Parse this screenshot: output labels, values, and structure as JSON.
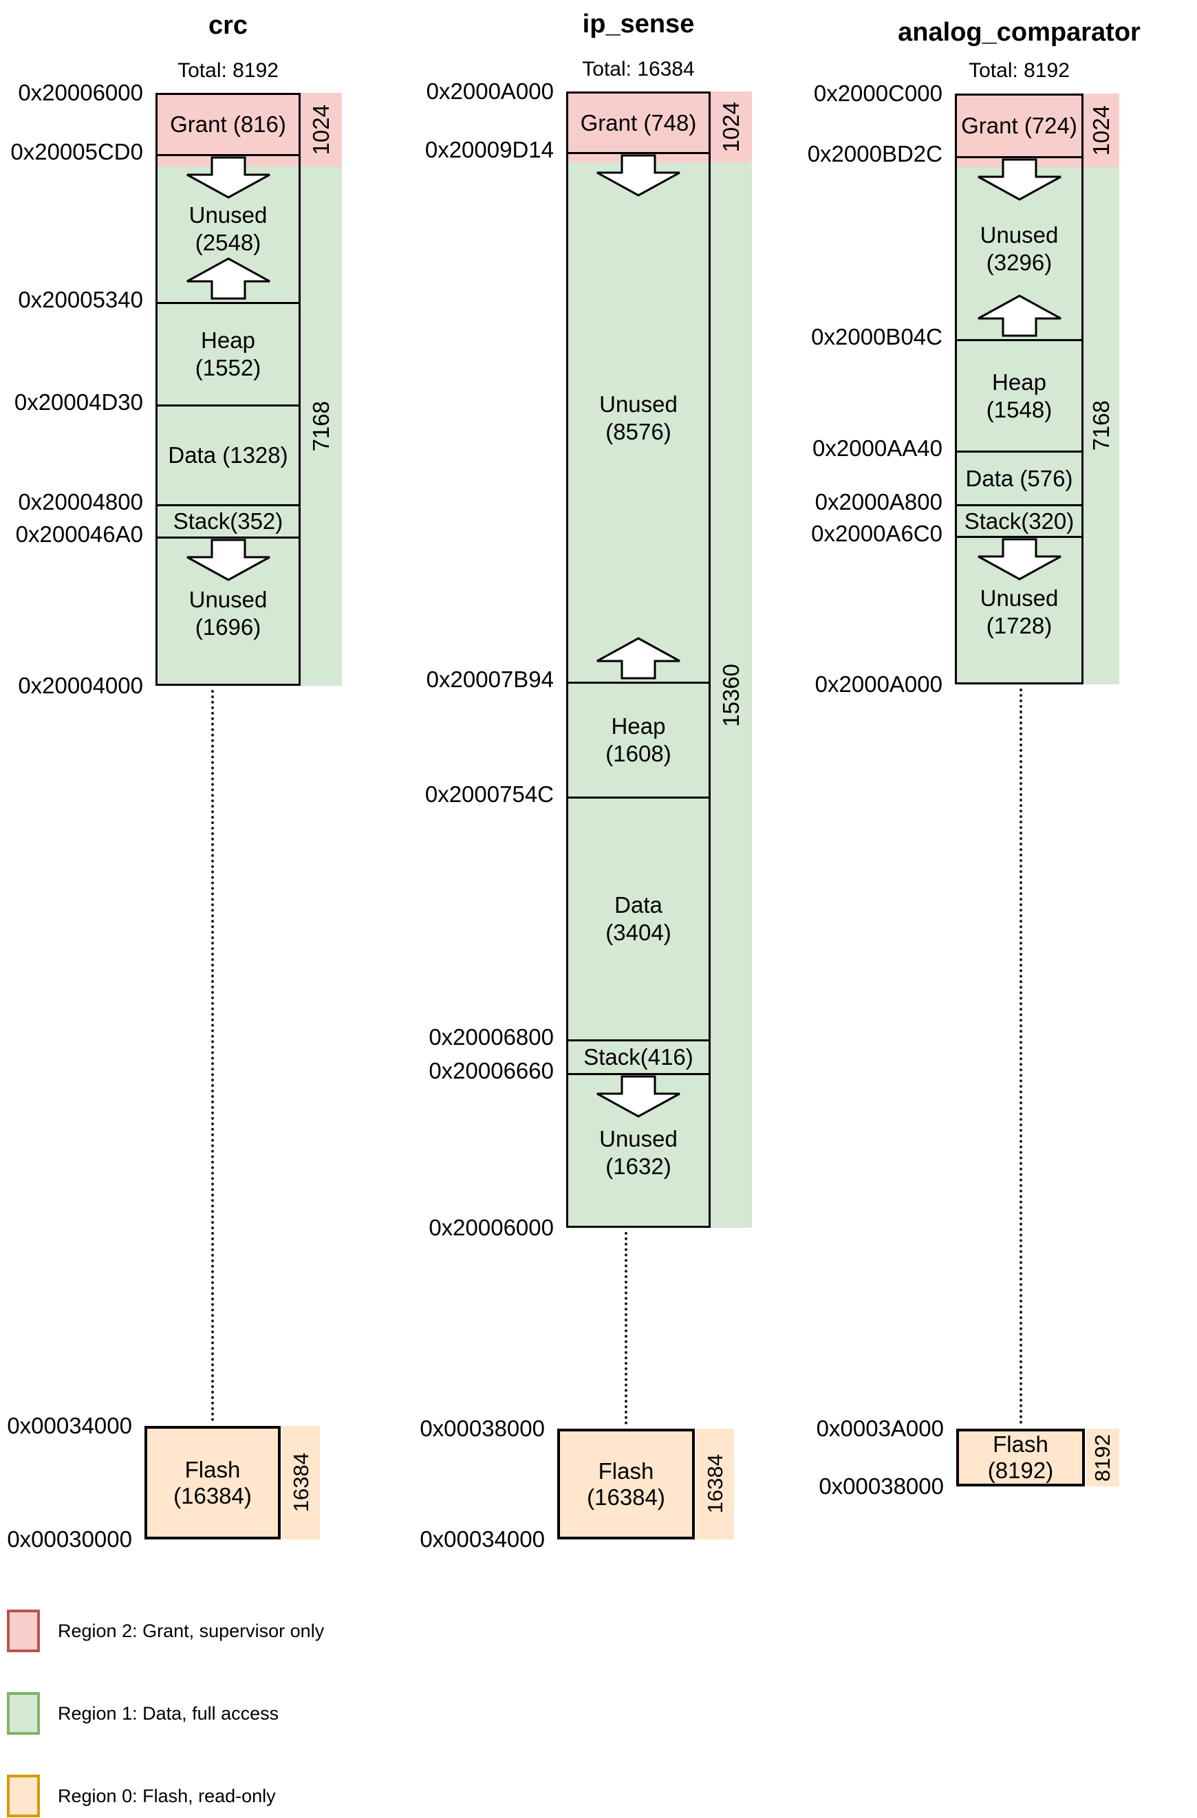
{
  "diagram": {
    "columns": [
      {
        "title": "crc",
        "total_label": "Total: 8192",
        "ram": {
          "top_address": "0x20006000",
          "segments": [
            {
              "name": "grant",
              "lines": [
                "Grant (816)"
              ],
              "size": 816,
              "bottom_address": "0x20005CD0"
            },
            {
              "name": "unused-upper",
              "lines": [
                "Unused",
                "(2548)"
              ],
              "size": 2548,
              "bottom_address": "0x20005340",
              "arrow_top": "down",
              "arrow_bottom": "up"
            },
            {
              "name": "heap",
              "lines": [
                "Heap",
                "(1552)"
              ],
              "size": 1552,
              "bottom_address": "0x20004D30"
            },
            {
              "name": "data",
              "lines": [
                "Data (1328)"
              ],
              "size": 1328,
              "bottom_address": "0x20004800"
            },
            {
              "name": "stack",
              "lines": [
                "Stack(352)"
              ],
              "size": 352,
              "bottom_address": "0x200046A0"
            },
            {
              "name": "unused-lower",
              "lines": [
                "Unused",
                "(1696)"
              ],
              "size": 1696,
              "bottom_address": "0x20004000",
              "arrow_top": "down"
            }
          ],
          "side_label_grant": "1024",
          "side_label_data": "7168"
        },
        "flash": {
          "top_address": "0x00034000",
          "bottom_address": "0x00030000",
          "lines": [
            "Flash",
            "(16384)"
          ],
          "size": 16384,
          "side_label": "16384"
        }
      },
      {
        "title": "ip_sense",
        "total_label": "Total: 16384",
        "ram": {
          "top_address": "0x2000A000",
          "segments": [
            {
              "name": "grant",
              "lines": [
                "Grant (748)"
              ],
              "size": 748,
              "bottom_address": "0x20009D14"
            },
            {
              "name": "unused-upper",
              "lines": [
                "Unused",
                "(8576)"
              ],
              "size": 8576,
              "bottom_address": "0x20007B94",
              "arrow_top": "down",
              "arrow_bottom": "up"
            },
            {
              "name": "heap",
              "lines": [
                "Heap",
                "(1608)"
              ],
              "size": 1608,
              "bottom_address": "0x2000754C"
            },
            {
              "name": "data",
              "lines": [
                "Data",
                "(3404)"
              ],
              "size": 3404,
              "bottom_address": "0x20006800"
            },
            {
              "name": "stack",
              "lines": [
                "Stack(416)"
              ],
              "size": 416,
              "bottom_address": "0x20006660"
            },
            {
              "name": "unused-lower",
              "lines": [
                "Unused",
                "(1632)"
              ],
              "size": 1632,
              "bottom_address": "0x20006000",
              "arrow_top": "down"
            }
          ],
          "side_label_grant": "1024",
          "side_label_data": "15360"
        },
        "flash": {
          "top_address": "0x00038000",
          "bottom_address": "0x00034000",
          "lines": [
            "Flash",
            "(16384)"
          ],
          "size": 16384,
          "side_label": "16384"
        }
      },
      {
        "title": "analog_comparator",
        "total_label": "Total: 8192",
        "ram": {
          "top_address": "0x2000C000",
          "segments": [
            {
              "name": "grant",
              "lines": [
                "Grant (724)"
              ],
              "size": 724,
              "bottom_address": "0x2000BD2C"
            },
            {
              "name": "unused-upper",
              "lines": [
                "Unused",
                "(3296)"
              ],
              "size": 3296,
              "bottom_address": "0x2000B04C",
              "arrow_top": "down",
              "arrow_bottom": "up"
            },
            {
              "name": "heap",
              "lines": [
                "Heap",
                "(1548)"
              ],
              "size": 1548,
              "bottom_address": "0x2000AA40"
            },
            {
              "name": "data",
              "lines": [
                "Data (576)"
              ],
              "size": 576,
              "bottom_address": "0x2000A800"
            },
            {
              "name": "stack",
              "lines": [
                "Stack(320)"
              ],
              "size": 320,
              "bottom_address": "0x2000A6C0"
            },
            {
              "name": "unused-lower",
              "lines": [
                "Unused",
                "(1728)"
              ],
              "size": 1728,
              "bottom_address": "0x2000A000",
              "arrow_top": "down"
            }
          ],
          "side_label_grant": "1024",
          "side_label_data": "7168"
        },
        "flash": {
          "top_address": "0x0003A000",
          "bottom_address": "0x00038000",
          "lines": [
            "Flash",
            "(8192)"
          ],
          "size": 8192,
          "side_label": "8192"
        }
      }
    ],
    "legend": [
      {
        "swatch": "grant",
        "label": "Region 2: Grant, supervisor only"
      },
      {
        "swatch": "data",
        "label": "Region 1: Data, full access"
      },
      {
        "swatch": "flash",
        "label": "Region 0: Flash, read-only"
      }
    ],
    "colors": {
      "grant_fill": "#f8cecc",
      "grant_stroke": "#b85450",
      "data_fill": "#d5e8d4",
      "data_stroke": "#82b366",
      "flash_fill": "#ffe6cc",
      "flash_stroke": "#d79b00",
      "outline": "#000000"
    }
  }
}
